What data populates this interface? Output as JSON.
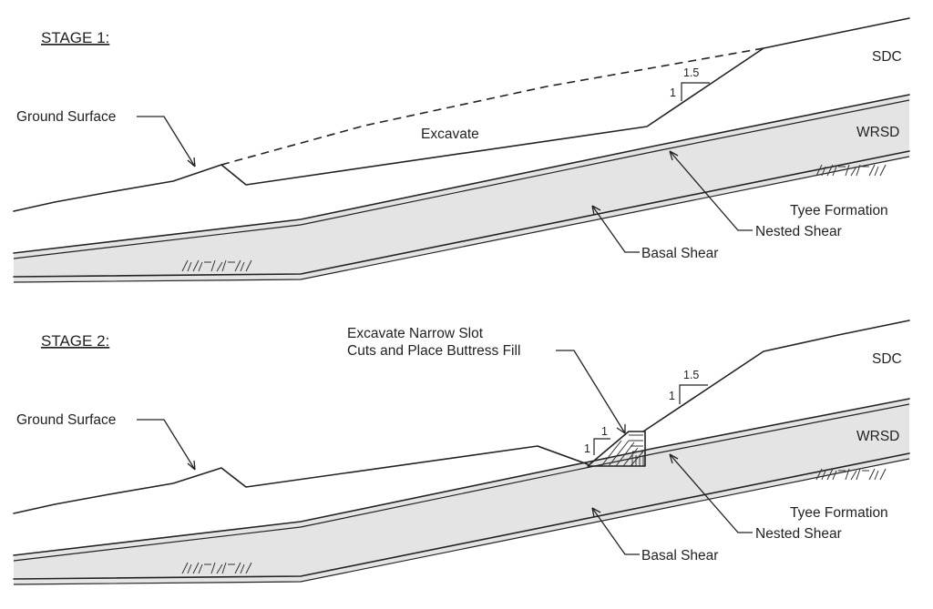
{
  "stage1": {
    "title": "STAGE 1:",
    "ground_surface": "Ground Surface",
    "excavate": "Excavate",
    "sdc": "SDC",
    "wrsd": "WRSD",
    "tyee_formation": "Tyee Formation",
    "nested_shear": "Nested Shear",
    "basal_shear": "Basal Shear",
    "slope_horizontal": "1.5",
    "slope_vertical": "1"
  },
  "stage2": {
    "title": "STAGE 2:",
    "ground_surface": "Ground Surface",
    "callout_line1": "Excavate Narrow Slot",
    "callout_line2": "Cuts and Place Buttress Fill",
    "sdc": "SDC",
    "wrsd": "WRSD",
    "tyee_formation": "Tyee Formation",
    "nested_shear": "Nested Shear",
    "basal_shear": "Basal Shear",
    "slope_horizontal": "1.5",
    "slope_vertical": "1",
    "slot_slope_horizontal": "1",
    "slot_slope_vertical": "1"
  },
  "colors": {
    "line": "#222222",
    "wrsd_band_fill": "#e4e4e4",
    "background": "#ffffff"
  }
}
